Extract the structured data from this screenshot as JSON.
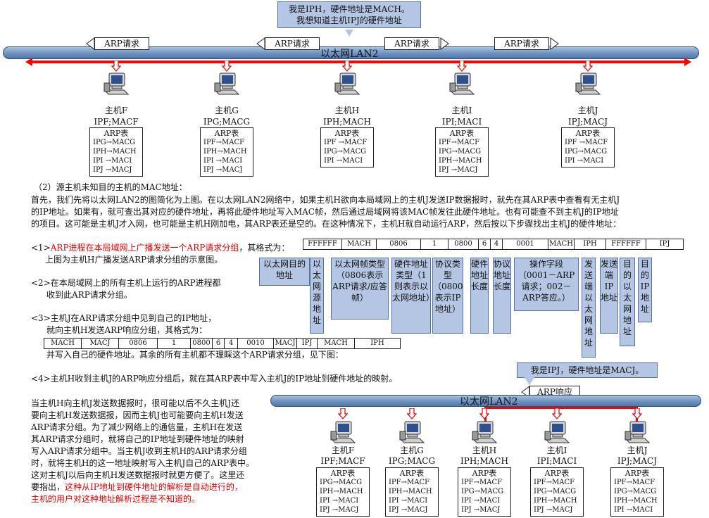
{
  "top": {
    "callout_lines": [
      "我是IPH，硬件地址是MACH。",
      "我想知道主机IPJ的硬件地址"
    ],
    "bus_label": "以太网LAN2",
    "arp_request_label": "ARP请求"
  },
  "hosts_top": [
    {
      "name": "主机F",
      "addr": "IPF;MACF",
      "table_title": "ARP表",
      "entries": [
        "IPG→MACG",
        "IPH→MACH",
        "IPI →MACI",
        "IPJ →MACJ"
      ]
    },
    {
      "name": "主机G",
      "addr": "IPG;MACG",
      "table_title": "ARP表",
      "entries": [
        "IPF→MACF",
        "IPH→MACH",
        "IPI →MACI",
        "IPJ →MACJ"
      ]
    },
    {
      "name": "主机H",
      "addr": "IPH;MACH",
      "table_title": "ARP表",
      "entries": [
        "IPF →MACF",
        "IPG→MACG",
        "IPI →MACI"
      ]
    },
    {
      "name": "主机I",
      "addr": "IPI;MACI",
      "table_title": "ARP表",
      "entries": [
        "IPF→MACF",
        "IPG→MACG",
        "IPH→MACH",
        "IPJ →MACJ"
      ]
    },
    {
      "name": "主机J",
      "addr": "IPJ;MACJ",
      "table_title": "ARP表",
      "entries": [
        "IPF →MACF",
        "IPG→MACG",
        "IPI →MACI"
      ]
    }
  ],
  "text": {
    "section": "（2）源主机未知目的主机的MAC地址：",
    "intro": [
      "首先，我们先将以太网LAN2的图简化为上图。在以太网LAN2网络中，如果主机H欲向本局域网上的主机J发送IP数据报时，就先在其ARP表中查看有无主机J",
      "的IP地址。如果有，就可查出其对应的硬件地址，再将此硬件地址写入MAC帧，然后通过局域网将该MAC帧发往此硬件地址。也有可能查不到主机J的IP地址",
      "的项目。这可能是主机J才入网，也可能是主机H刚加电，其ARP表还是空的。在这种情况下，主机H就自动运行ARP，然后按以下步骤找出主机J的硬件地址："
    ],
    "step1_prefix": "<1>",
    "step1_red": "ARP进程在本局域网上广播发送一个ARP请求分组",
    "step1_suffix": "，其格式为：",
    "step1_line2": "上图为主机H广播发送ARP请求分组的示意图。",
    "step2_line1": "<2>在本局域网上的所有主机上运行的ARP进程都",
    "step2_line2": "收到此ARP请求分组。",
    "step3_line1": "<3>主机J在ARP请求分组中见到自己的IP地址，",
    "step3_line2": "就向主机H发送ARP响应分组，其格式为：",
    "step3_line3": "并写入自己的硬件地址。其余的所有主机都不理睬这个ARP请求分组，见下图：",
    "step4": "<4>主机H收到主机J的ARP响应分组后，就在其ARP表中写入主机J的IP地址到硬件地址的映射。",
    "bottom_para": [
      "当主机H向主机J发送数据报时，很可能以后不久主机J还",
      "要向主机H发送数据报，因而主机J也可能要向主机H发送",
      "ARP请求分组。为了减少网络上的通信量，主机H在发送",
      "其ARP请求分组时，就将自己的IP地址到硬件地址的映射",
      "写入ARP请求分组中。当主机J收到主机H的ARP请求分组",
      "时，就将主机H的这一地址映射写入主机J自己的ARP表中。",
      "这对主机J以后向主机H发送数据报时就更方便了。这里还"
    ],
    "bottom_prefix": "要指出，",
    "bottom_red_1": "这种从IP地址到硬件地址的解析是自动进行的，",
    "bottom_red_2": "主机的用户对这种地址解析过程是不知道的。"
  },
  "request_fields": [
    "FFFFFF",
    "MACH",
    "0806",
    "1",
    "0800",
    "6",
    "4",
    "0001",
    "MACH",
    "IPH",
    "FFFFFF",
    "IPJ"
  ],
  "field_labels": [
    "以太网目的地址",
    "以太网源地址",
    "以太网帧类型（0806表示ARP请求/应答帧）",
    "硬件地址类型（1则表示以太网地址）",
    "协议类型（0800表示IP地址）",
    "硬件地址长度",
    "协议地址长度",
    "操作字段（0001－ARP请求；002－ARP答应。）",
    "发送端以太网地址",
    "发送端IP地址",
    "目的以太网地址",
    "目的IP地址"
  ],
  "response_fields": [
    "MACH",
    "MACJ",
    "0806",
    "1",
    "0800",
    "6",
    "4",
    "0010",
    "MACJ",
    "IPJ",
    "MACH",
    "IPH"
  ],
  "bottom": {
    "callout": "我是IPJ，硬件地址是MACJ。",
    "reply_label": "ARP响应",
    "bus_label": "以太网LAN2"
  },
  "hosts_bottom": [
    {
      "name": "主机F",
      "addr": "IPF;MACF",
      "table_title": "ARP表",
      "entries": [
        "IPG→MACG",
        "IPH→MACH",
        "IPI →MACI",
        "IPJ →MACJ"
      ]
    },
    {
      "name": "主机G",
      "addr": "IPG;MACG",
      "table_title": "ARP表",
      "entries": [
        "IPF→MACF",
        "IPH→MACH",
        "IPI →MACI",
        "IPJ →MACJ"
      ]
    },
    {
      "name": "主机H",
      "addr": "IPH;MACH",
      "table_title": "ARP表",
      "entries": [
        "IPF→MACF",
        "IPG→MACG",
        "IPI →MACI",
        "IPJ →MACJ"
      ]
    },
    {
      "name": "主机I",
      "addr": "IPI;MACI",
      "table_title": "ARP表",
      "entries": [
        "IPF→MACF",
        "IPG→MACG",
        "IPH→MACH",
        "IPJ →MACJ"
      ]
    },
    {
      "name": "主机J",
      "addr": "IPJ;MACJ",
      "table_title": "ARP表",
      "entries": [
        "IPF→MACF",
        "IPG→MACG",
        "IPH→MACH",
        "IPI →MACI"
      ]
    }
  ],
  "colors": {
    "accent_red": "#e00000",
    "callout_bg": "#b4c6e4",
    "bus": "#6f93c0"
  }
}
